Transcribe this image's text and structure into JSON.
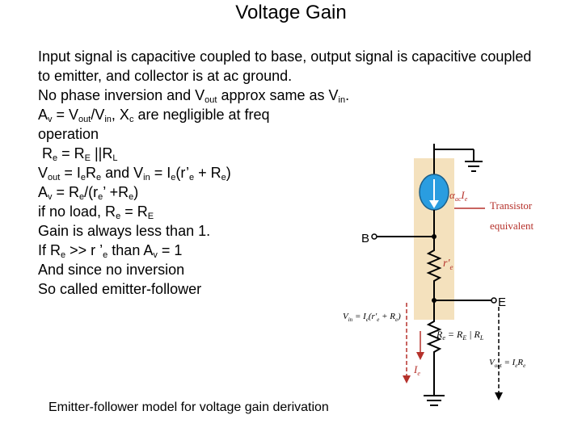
{
  "title": "Voltage Gain",
  "lines": {
    "l1": "Input signal is capacitive coupled to base, output signal is capacitive coupled to emitter, and collector is at ac ground.",
    "l2a": "No phase inversion and V",
    "l2b": "out",
    "l2c": " approx same as V",
    "l2d": "in",
    "l2e": ".",
    "l3a": "A",
    "l3b": "v",
    "l3c": " = V",
    "l3d": "out",
    "l3e": "/V",
    "l3f": "in",
    "l3g": ", X",
    "l3h": "c",
    "l3i": " are negligible at freq",
    "l4": "operation",
    "l5a": " R",
    "l5b": "e",
    "l5c": " = R",
    "l5d": "E",
    "l5e": " ||R",
    "l5f": "L",
    "l6a": "V",
    "l6b": "out",
    "l6c": " = I",
    "l6d": "e",
    "l6e": "R",
    "l6f": "e",
    "l6g": " and V",
    "l6h": "in",
    "l6i": " = I",
    "l6j": "e",
    "l6k": "(r’",
    "l6l": "e",
    "l6m": " + R",
    "l6n": "e",
    "l6o": ")",
    "l7a": "A",
    "l7b": "v",
    "l7c": " = R",
    "l7d": "e",
    "l7e": "/(r",
    "l7f": "e",
    "l7g": "’ +R",
    "l7h": "e",
    "l7i": ")",
    "l8a": "if no load, R",
    "l8b": "e",
    "l8c": " = R",
    "l8d": "E",
    "l9": "Gain is always less than 1.",
    "l10a": "If R",
    "l10b": "e",
    "l10c": " >> r ’",
    "l10d": "e",
    "l10e": " than A",
    "l10f": "v",
    "l10g": " = 1",
    "l11": "And since no inversion",
    "l12": "So called emitter-follower"
  },
  "diagram": {
    "label_B": "B",
    "label_E": "E",
    "source_label": "α",
    "source_sub": "ac",
    "source_current": "I",
    "source_current_sub": "e",
    "transistor_label_1": "Transistor",
    "transistor_label_2": "equivalent",
    "re_prime": "r′",
    "re_prime_sub": "e",
    "vin_eq": "V",
    "vin_eq_sub": "in",
    "vin_eq_rest": " = I",
    "vin_eq_rest_sub": "e",
    "vin_eq_tail": "(r′",
    "vin_eq_tail_sub": "e",
    "vin_eq_end": " + R",
    "vin_eq_end_sub": "e",
    "vin_eq_close": ")",
    "re_eq": "R",
    "re_eq_sub": "e",
    "re_eq_mid": " = R",
    "re_eq_mid_sub": "E",
    "re_eq_end": " | R",
    "re_eq_end_sub": "L",
    "ie_label": "I",
    "ie_label_sub": "e",
    "vout_eq": "V",
    "vout_eq_sub": "out",
    "vout_eq_mid": " = I",
    "vout_eq_mid_sub": "e",
    "vout_eq_end": "R",
    "vout_eq_end_sub": "e",
    "colors": {
      "panel": "#f4e1bd",
      "source_fill": "#2a9de0",
      "accent_red": "#b5312b",
      "wire": "#000000"
    }
  },
  "caption": "Emitter-follower model for voltage gain derivation"
}
